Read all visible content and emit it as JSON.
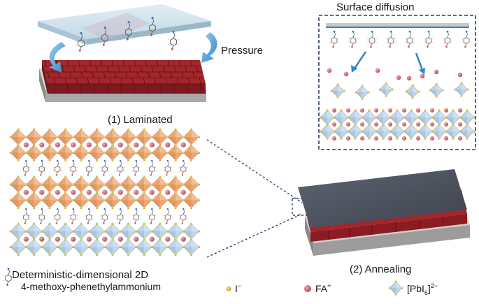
{
  "labels": {
    "pressure": "Pressure",
    "step1": "(1) Laminated",
    "surface_diffusion": "Surface diffusion",
    "structure": "Deterministic-dimensional 2D",
    "step2": "(2) Annealing"
  },
  "legend": {
    "spacer": "4-methoxy-phenethylammonium",
    "iodide": "I",
    "iodide_sup": "−",
    "cation": "FA",
    "cation_sup": "+",
    "octahedron": "[PbI",
    "octahedron_sub": "6",
    "octahedron_close": "]",
    "octahedron_sup": "2−"
  },
  "colors": {
    "film_red": "#a3262c",
    "film_red_dark": "#6e1519",
    "substrate": "#a9a9a9",
    "orange_octahedron": "#f0a56a",
    "blue_octahedron": "#bcd6ea",
    "iodide": "#d8b21d",
    "cation": "#c9525e",
    "arrow_blue": "#2f86c9",
    "dashed": "#2a3a6e",
    "glass": "#c8dde8",
    "grey_top": "#4f5560"
  }
}
